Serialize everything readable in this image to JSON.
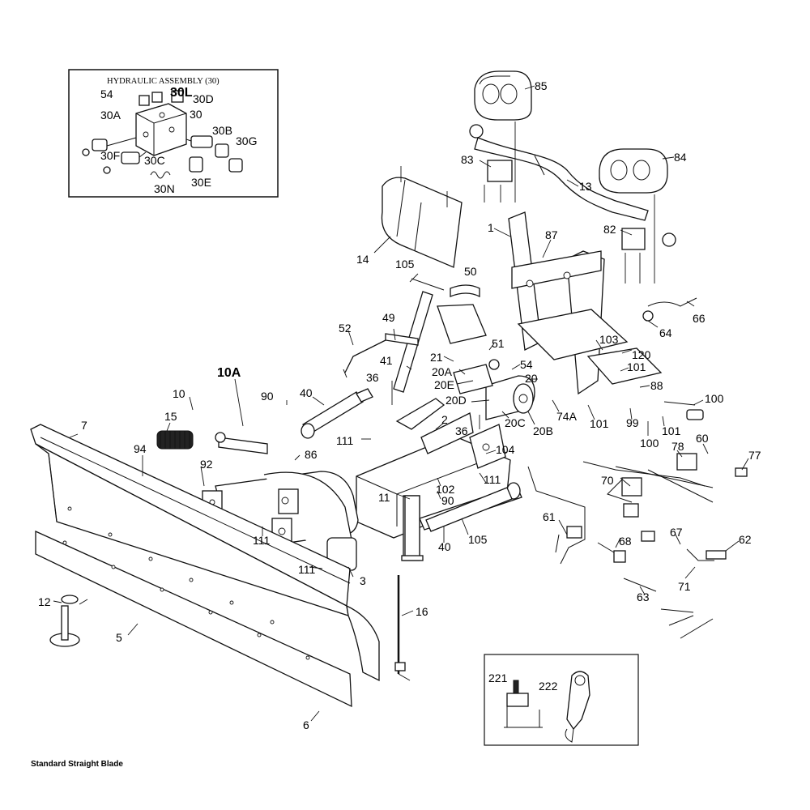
{
  "caption": "Standard Straight Blade",
  "inset_hydraulic": {
    "title": "HYDRAULIC ASSEMBLY (30)",
    "labels": [
      "54",
      "30L",
      "30D",
      "30A",
      "30",
      "30B",
      "30G",
      "30F",
      "30C",
      "30E",
      "30N"
    ]
  },
  "inset_controls": {
    "labels": [
      "221",
      "222"
    ]
  },
  "callouts": [
    "85",
    "84",
    "83",
    "13",
    "1",
    "87",
    "82",
    "14",
    "105",
    "50",
    "66",
    "64",
    "49",
    "52",
    "103",
    "120",
    "21",
    "51",
    "101",
    "20A",
    "54",
    "41",
    "20",
    "88",
    "36",
    "20E",
    "10A",
    "100",
    "40",
    "20D",
    "74A",
    "101",
    "10",
    "90",
    "99",
    "20C",
    "101",
    "7",
    "2",
    "20B",
    "100",
    "15",
    "36",
    "111",
    "60",
    "78",
    "104",
    "77",
    "94",
    "86",
    "92",
    "102",
    "111",
    "70",
    "11",
    "90",
    "61",
    "105",
    "67",
    "62",
    "111",
    "68",
    "40",
    "71",
    "111",
    "3",
    "63",
    "12",
    "16",
    "5",
    "6"
  ]
}
